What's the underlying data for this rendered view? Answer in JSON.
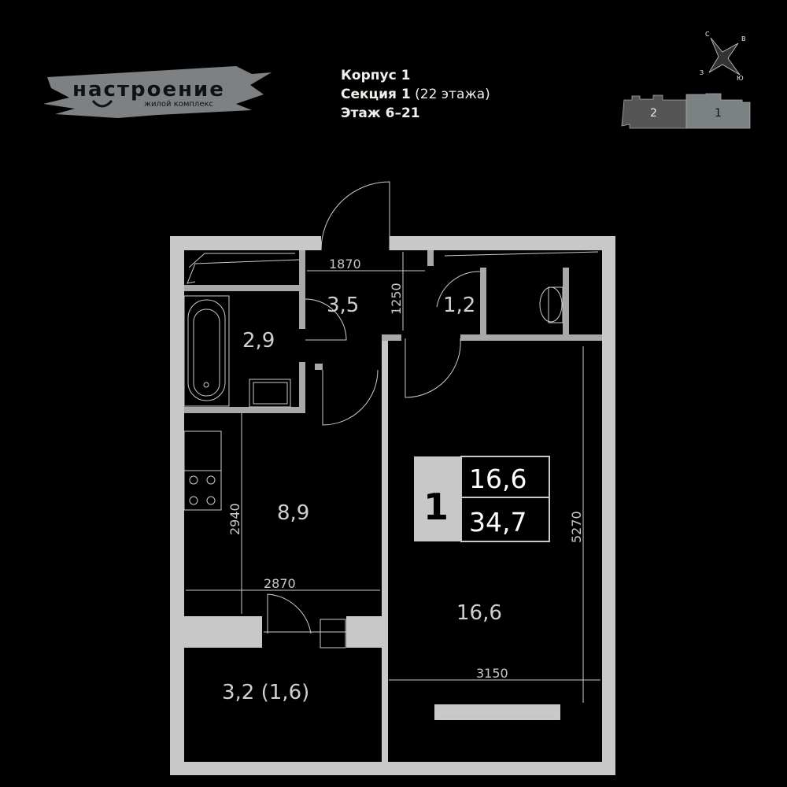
{
  "logo": {
    "name": "настроение",
    "subtitle": "жилой комплекс"
  },
  "header": {
    "building": "Корпус 1",
    "section": "Секция 1",
    "section_floors": "(22 этажа)",
    "floor": "Этаж 6–21"
  },
  "compass": {
    "n": "С",
    "e": "В",
    "s": "Ю",
    "w": "З"
  },
  "sections": [
    {
      "label": "2"
    },
    {
      "label": "1"
    }
  ],
  "rooms": {
    "bathroom": "2,9",
    "hall": "3,5",
    "wc": "1,2",
    "kitchen": "8,9",
    "living": "16,6",
    "balcony": "3,2 (1,6)"
  },
  "dimensions": {
    "hall_width": "1870",
    "hall_depth": "1250",
    "kitchen_depth": "2940",
    "kitchen_width": "2870",
    "living_depth": "5270",
    "living_width": "3150"
  },
  "badge": {
    "rooms": "1",
    "living_area": "16,6",
    "total_area": "34,7"
  },
  "colors": {
    "wall": "#c8c8c8",
    "partition": "#a8a8a8",
    "badge": "#c8c8c8",
    "logo": "#7d8184"
  }
}
